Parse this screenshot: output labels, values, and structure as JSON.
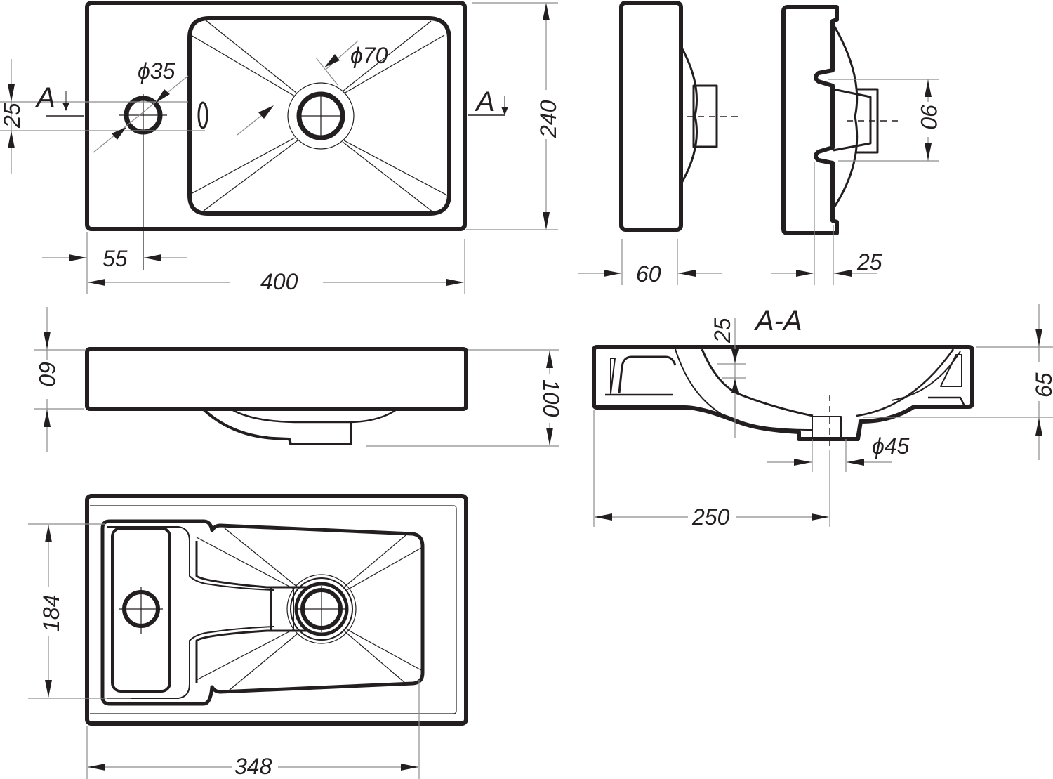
{
  "drawing": {
    "title": "Wash basin technical drawing",
    "line_color": "#231f20",
    "dimension_line_color": "#8c8c8c",
    "background": "#ffffff"
  },
  "views": {
    "top": {
      "width": "400",
      "depth": "240",
      "tap_hole_offset": "55",
      "tap_hole_diameter": "ϕ35",
      "drain_diameter": "ϕ70",
      "tap_hole_vertical_offset": "25",
      "section_marker_left": "A",
      "section_marker_right": "A"
    },
    "side_left": {
      "depth": "60"
    },
    "side_right": {
      "step": "25",
      "drain_height": "90"
    },
    "front": {
      "rim_height": "60",
      "total_height": "100"
    },
    "section": {
      "title": "A-A",
      "rim_thickness": "25",
      "height": "65",
      "outlet_diameter": "ϕ45",
      "drain_center_offset": "250"
    },
    "bottom": {
      "inner_width": "348",
      "inner_depth": "184"
    }
  }
}
